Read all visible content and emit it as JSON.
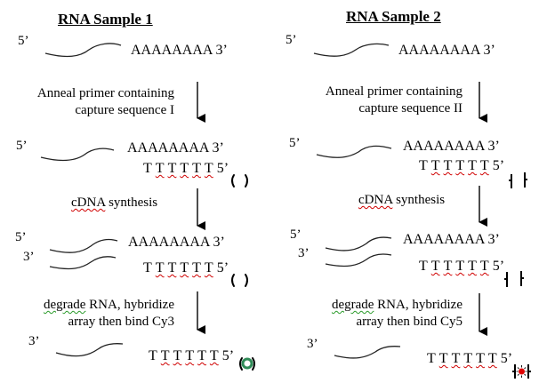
{
  "panels": [
    {
      "title": "RNA Sample 1",
      "rna_5prime": "5’",
      "poly_a": "AAAAAAAA 3’",
      "step1": {
        "line1": "Anneal primer containing",
        "line2": "capture sequence I"
      },
      "annealed": {
        "five": "5’",
        "poly_a": "AAAAAAAA 3’",
        "t_letters": [
          "T",
          "T",
          "T",
          "T",
          "T",
          "T"
        ],
        "t_end": "5’"
      },
      "step2": {
        "word1": "cDNA",
        "rest": " synthesis"
      },
      "cdna": {
        "five": "5’",
        "three": "3’",
        "poly_a": "AAAAAAAA 3’",
        "t_letters": [
          "T",
          "T",
          "T",
          "T",
          "T",
          "T"
        ],
        "t_end": "5’"
      },
      "step3": {
        "word1": "degrade",
        "line1_rest": " RNA, hybridize",
        "line2": "array then bind Cy3"
      },
      "final": {
        "three": "3’",
        "t_letters": [
          "T",
          "T",
          "T",
          "T",
          "T",
          "T"
        ],
        "t_end": "5’"
      },
      "capture_sequence": "I",
      "dye": {
        "name": "Cy3",
        "color": "#2e8b57"
      }
    },
    {
      "title": "RNA Sample 2",
      "rna_5prime": "5’",
      "poly_a": "AAAAAAAA 3’",
      "step1": {
        "line1": "Anneal primer containing",
        "line2": "capture sequence II"
      },
      "annealed": {
        "five": "5’",
        "poly_a": "AAAAAAAA 3’",
        "t_letters": [
          "T",
          "T",
          "T",
          "T",
          "T",
          "T"
        ],
        "t_end": "5’"
      },
      "step2": {
        "word1": "cDNA",
        "rest": " synthesis"
      },
      "cdna": {
        "five": "5’",
        "three": "3’",
        "poly_a": "AAAAAAAA 3’",
        "t_letters": [
          "T",
          "T",
          "T",
          "T",
          "T",
          "T"
        ],
        "t_end": "5’"
      },
      "step3": {
        "word1": "degrade",
        "line1_rest": " RNA, hybridize",
        "line2": "array then bind Cy5"
      },
      "final": {
        "three": "3’",
        "t_letters": [
          "T",
          "T",
          "T",
          "T",
          "T",
          "T"
        ],
        "t_end": "5’"
      },
      "capture_sequence": "II",
      "dye": {
        "name": "Cy5",
        "color": "#e00000"
      }
    }
  ]
}
